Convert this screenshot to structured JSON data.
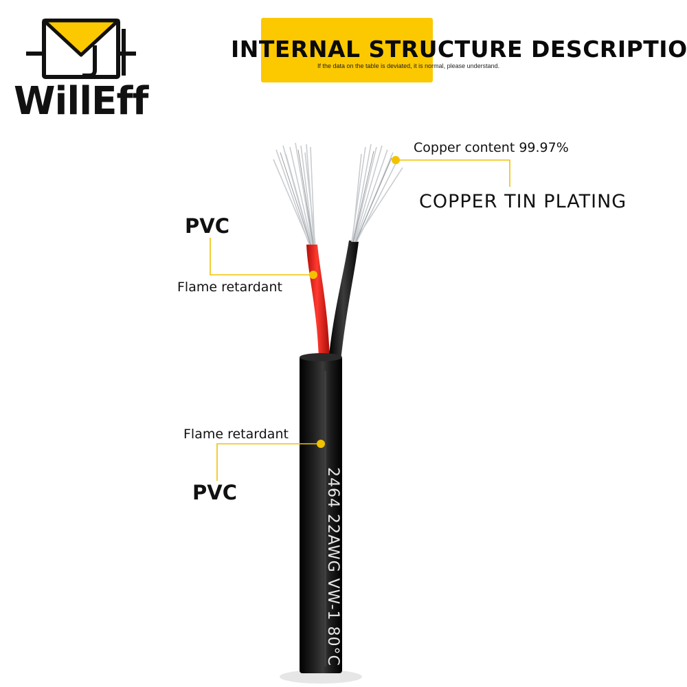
{
  "brand": {
    "name": "WillEff"
  },
  "header": {
    "title": "INTERNAL STRUCTURE DESCRIPTION",
    "subtitle": "If the data on the table is deviated, it is normal, please understand."
  },
  "callouts": {
    "inner_insulation": {
      "material": "PVC",
      "property": "Flame retardant"
    },
    "outer_sheath": {
      "property": "Flame retardant",
      "material": "PVC"
    },
    "conductor": {
      "detail": "Copper content 99.97%",
      "material": "COPPER TIN PLATING"
    }
  },
  "cable_marking": "2464  22AWG VW-1  80°C",
  "colors": {
    "accent": "#fcc800",
    "leader_line": "#f2c200",
    "red_wire": "#e11a14",
    "black_wire": "#141414",
    "sheath": "#0d0d0d",
    "copper_strands": "#c9ccd0"
  }
}
